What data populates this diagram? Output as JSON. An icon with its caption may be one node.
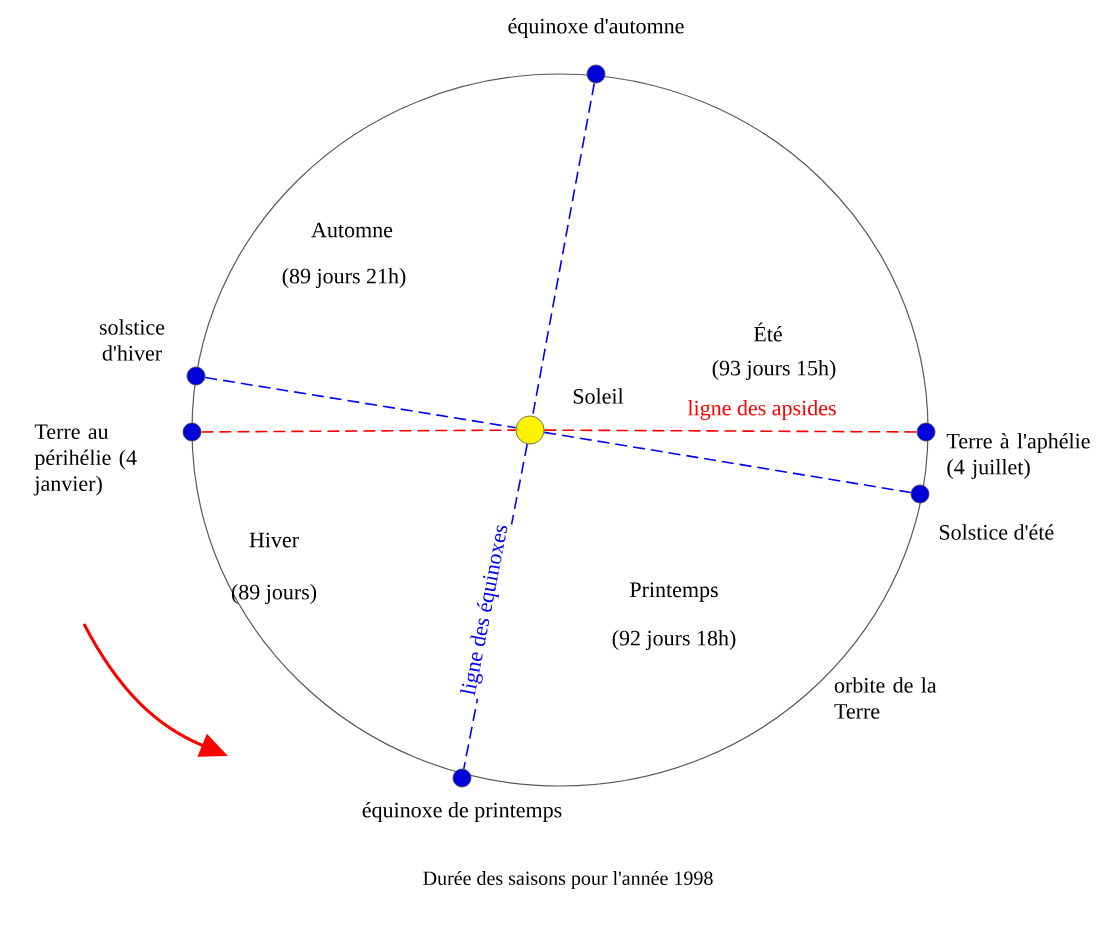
{
  "diagram": {
    "caption": "Durée des saisons pour l'année 1998",
    "nodes": [
      {
        "text": [],
        "shape": "circle",
        "beside": [
          "Soleil"
        ]
      },
      {
        "text": [],
        "shape": "circle",
        "beside": [
          "équinoxe d'automne"
        ]
      },
      {
        "text": [],
        "shape": "circle",
        "beside": [
          "solstice d'hiver"
        ]
      },
      {
        "text": [],
        "shape": "circle",
        "beside": [
          "Terre au périhélie (4 janvier)"
        ]
      },
      {
        "text": [],
        "shape": "circle",
        "beside": [
          "Terre à l'aphélie (4 juillet)"
        ]
      },
      {
        "text": [],
        "shape": "circle",
        "beside": [
          "Solstice d'été"
        ]
      },
      {
        "text": [],
        "shape": "circle",
        "beside": [
          "équinoxe de printemps"
        ]
      }
    ],
    "edges": [
      {
        "from": 1,
        "to": 0,
        "arrow": "none",
        "style": "dashed"
      },
      {
        "from": 0,
        "to": 6,
        "arrow": "none",
        "style": "dashed",
        "label": "ligne des équinoxes"
      },
      {
        "from": 2,
        "to": 0,
        "arrow": "none",
        "style": "dashed"
      },
      {
        "from": 0,
        "to": 5,
        "arrow": "none",
        "style": "dashed"
      },
      {
        "from": 3,
        "to": 0,
        "arrow": "none",
        "style": "dashed",
        "color": "#ff0000"
      },
      {
        "from": 0,
        "to": 4,
        "arrow": "none",
        "style": "dashed",
        "color": "#ff0000",
        "label": "ligne des apsides"
      }
    ],
    "labels": [
      "Automne",
      "(89 jours 21h)",
      "Été",
      "(93 jours 15h)",
      "Hiver",
      "(89 jours)",
      "Printemps",
      "(92 jours 18h)",
      "orbite de la Terre"
    ]
  }
}
